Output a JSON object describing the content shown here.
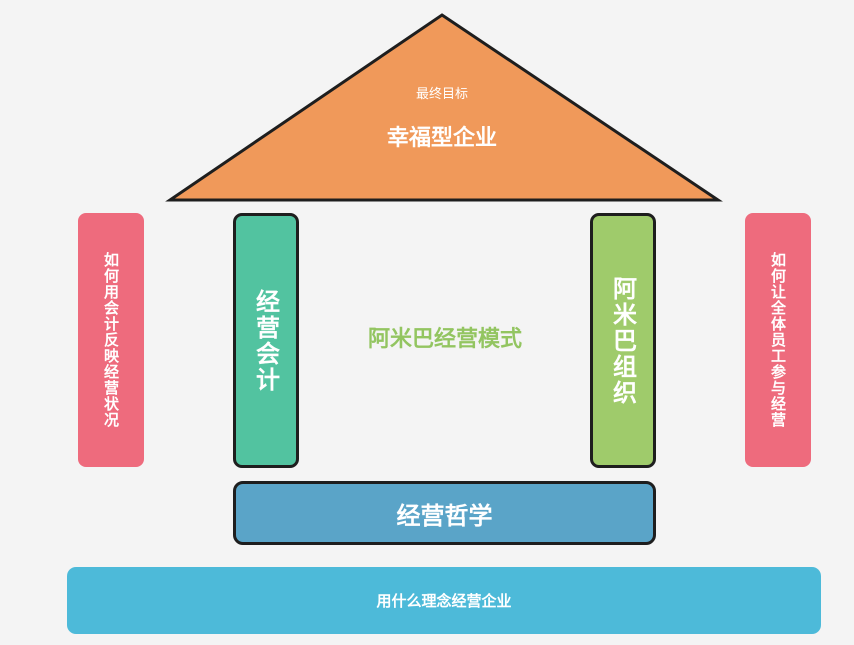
{
  "roof": {
    "subtitle": "最终目标",
    "title": "幸福型企业"
  },
  "side_left": {
    "text": "如何用会计反映经营状况"
  },
  "side_right": {
    "text": "如何让全体员工参与经营"
  },
  "pillar_left": {
    "text": "经营会计"
  },
  "pillar_right": {
    "text": "阿米巴组织"
  },
  "center": {
    "text": "阿米巴经营模式"
  },
  "foundation": {
    "text": "经营哲学"
  },
  "base": {
    "text": "用什么理念经营企业"
  },
  "colors": {
    "background": "#f4f4f4",
    "roof": "#f0995a",
    "side_panels": "#ee6b7d",
    "pillar_left": "#52c3a0",
    "pillar_right": "#9fcb6b",
    "center_text": "#93c561",
    "foundation": "#5aa4c8",
    "base": "#4dbad9",
    "outline": "#1e1e1e"
  }
}
